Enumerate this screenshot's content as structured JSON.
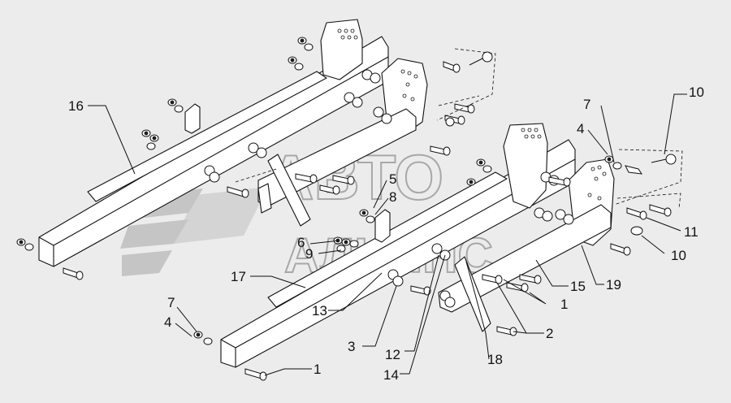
{
  "watermark": {
    "line1": "АВТО",
    "line2": "АЛЬЯНС"
  },
  "callouts": [
    {
      "id": "16",
      "text": "16"
    },
    {
      "id": "17",
      "text": "17"
    },
    {
      "id": "10a",
      "text": "10"
    },
    {
      "id": "7a",
      "text": "7"
    },
    {
      "id": "4a",
      "text": "4"
    },
    {
      "id": "5",
      "text": "5"
    },
    {
      "id": "8",
      "text": "8"
    },
    {
      "id": "6",
      "text": "6"
    },
    {
      "id": "9",
      "text": "9"
    },
    {
      "id": "11",
      "text": "11"
    },
    {
      "id": "10b",
      "text": "10"
    },
    {
      "id": "15",
      "text": "15"
    },
    {
      "id": "19",
      "text": "19"
    },
    {
      "id": "1a",
      "text": "1"
    },
    {
      "id": "2",
      "text": "2"
    },
    {
      "id": "13",
      "text": "13"
    },
    {
      "id": "3",
      "text": "3"
    },
    {
      "id": "12",
      "text": "12"
    },
    {
      "id": "14",
      "text": "14"
    },
    {
      "id": "18",
      "text": "18"
    },
    {
      "id": "7b",
      "text": "7"
    },
    {
      "id": "4b",
      "text": "4"
    },
    {
      "id": "1b",
      "text": "1"
    }
  ]
}
